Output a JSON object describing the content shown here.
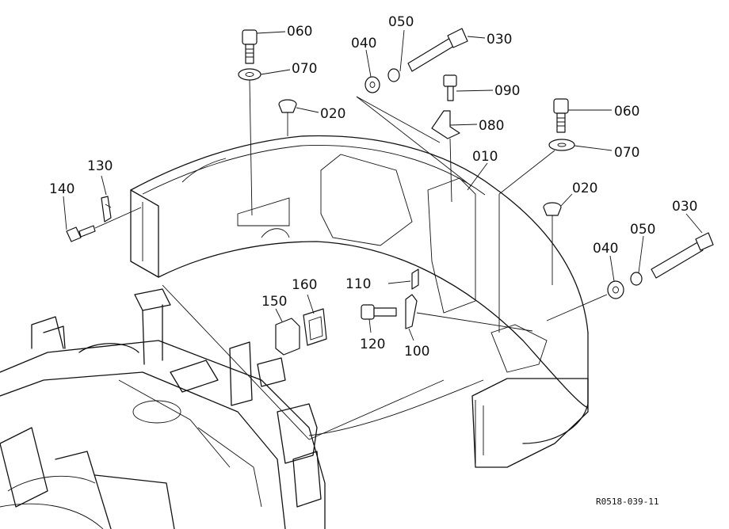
{
  "callouts": {
    "p060a": "060",
    "p050a": "050",
    "p040a": "040",
    "p030a": "030",
    "p070a": "070",
    "p090": "090",
    "p020a": "020",
    "p080": "080",
    "p060b": "060",
    "p070b": "070",
    "p010": "010",
    "p130": "130",
    "p140": "140",
    "p020b": "020",
    "p030b": "030",
    "p050b": "050",
    "p040b": "040",
    "p160": "160",
    "p150": "150",
    "p110": "110",
    "p120": "120",
    "p100": "100"
  },
  "drawing_number": "R0518-039-11"
}
